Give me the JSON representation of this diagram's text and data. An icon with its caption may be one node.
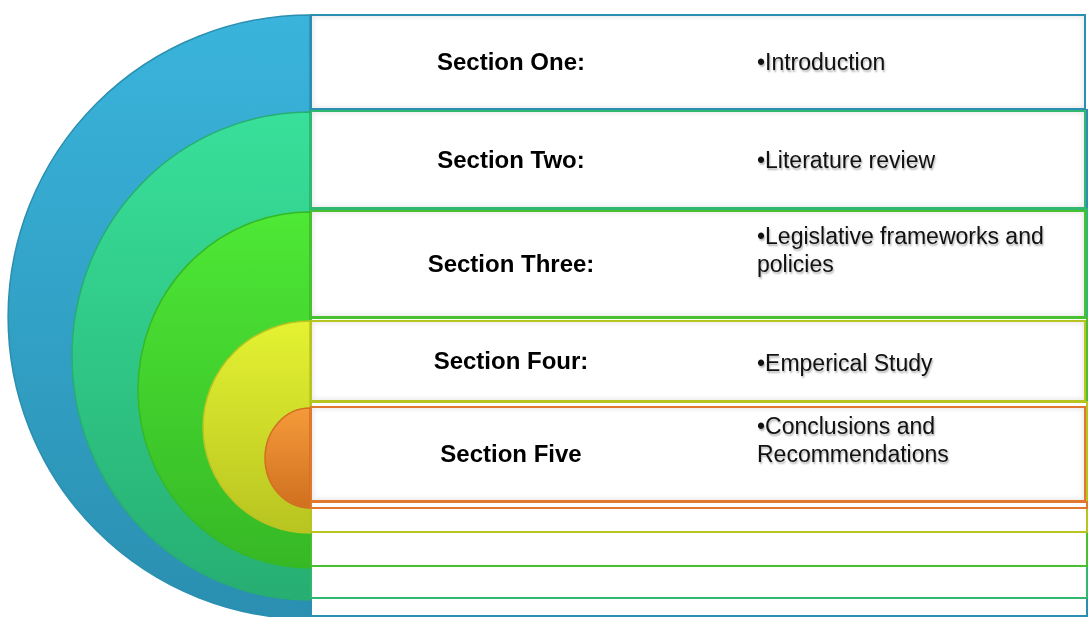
{
  "diagram": {
    "nodes": [
      {
        "text": [
          "Section One:",
          "•Introduction"
        ]
      },
      {
        "text": [
          "Section Two:",
          "•Literature review"
        ]
      },
      {
        "text": [
          "Section Three:",
          "•Legislative frameworks and policies"
        ]
      },
      {
        "text": [
          "Section Four:",
          "•Emperical Study"
        ]
      },
      {
        "text": [
          "Section Five",
          "•Conclusions and Recommendations"
        ]
      }
    ]
  }
}
